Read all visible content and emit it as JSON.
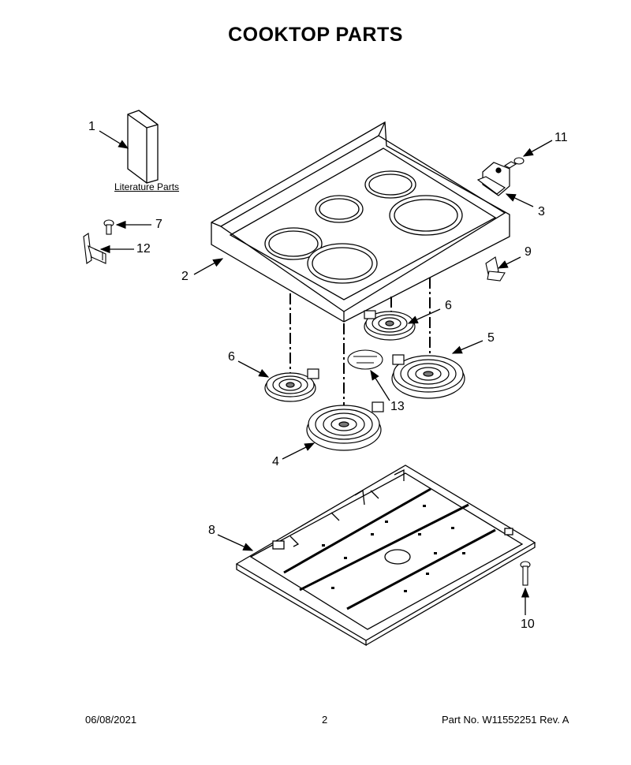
{
  "page": {
    "title": "COOKTOP PARTS",
    "literature_label": "Literature Parts"
  },
  "callouts": [
    "1",
    "2",
    "3",
    "4",
    "5",
    "6",
    "6",
    "7",
    "8",
    "9",
    "10",
    "11",
    "12",
    "13"
  ],
  "footer": {
    "date": "06/08/2021",
    "page_number": "2",
    "part_no_label": "Part No.",
    "part_no": "W11552251",
    "rev_label": "Rev.",
    "rev": "A"
  }
}
